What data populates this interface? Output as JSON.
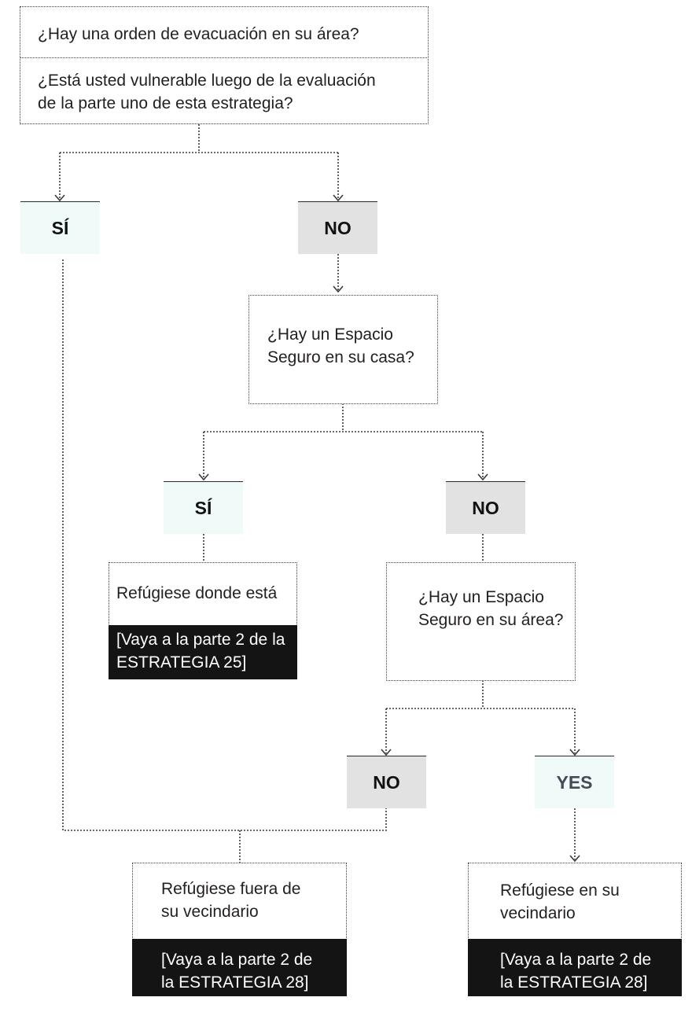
{
  "q1": {
    "line1": "¿Hay una orden de evacuación en su área?",
    "line2": "¿Está usted vulnerable luego de la evaluación\nde la parte uno de esta estrategia?"
  },
  "branch1": {
    "yes": "SÍ",
    "no": "NO"
  },
  "q2": "¿Hay un Espacio\nSeguro en su casa?",
  "branch2": {
    "yes": "SÍ",
    "no": "NO"
  },
  "r1": {
    "text": "Refúgiese donde está",
    "ref": "[Vaya a la parte 2 de la\nESTRATEGIA 25]"
  },
  "q3": "¿Hay un Espacio\nSeguro en su área?",
  "branch3": {
    "no": "NO",
    "yes": "YES"
  },
  "r2": {
    "text": "Refúgiese fuera de\nsu vecindario",
    "ref": "[Vaya a la parte 2 de\nla ESTRATEGIA 28]"
  },
  "r3": {
    "text": "Refúgiese en su\nvecindario",
    "ref": "[Vaya a la parte 2 de\nla ESTRATEGIA 28]"
  },
  "colors": {
    "yes_fill": "#f0fbf9",
    "no_fill": "#e2e2e2",
    "ref_fill": "#141414",
    "line": "#3a3a3a"
  }
}
